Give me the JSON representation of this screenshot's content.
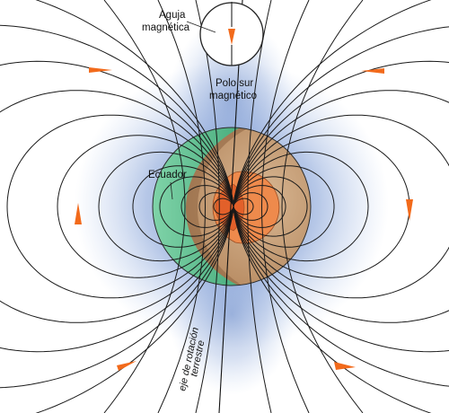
{
  "labels": {
    "needle_line1": "Aguja",
    "needle_line2": "magnética",
    "pole_line1": "Polo sur",
    "pole_line2": "magnético",
    "equator": "Ecuador",
    "axis_line1": "eje de rotación",
    "axis_line2": "terrestre"
  },
  "colors": {
    "field_glow": "#5b7fc4",
    "field_line": "#1a1a1a",
    "arrow": "#f26a1b",
    "ocean": "#2fa36b",
    "mantle": "#c7a27a",
    "core_outer": "#ee8a4c",
    "core_inner": "#e2602a"
  }
}
